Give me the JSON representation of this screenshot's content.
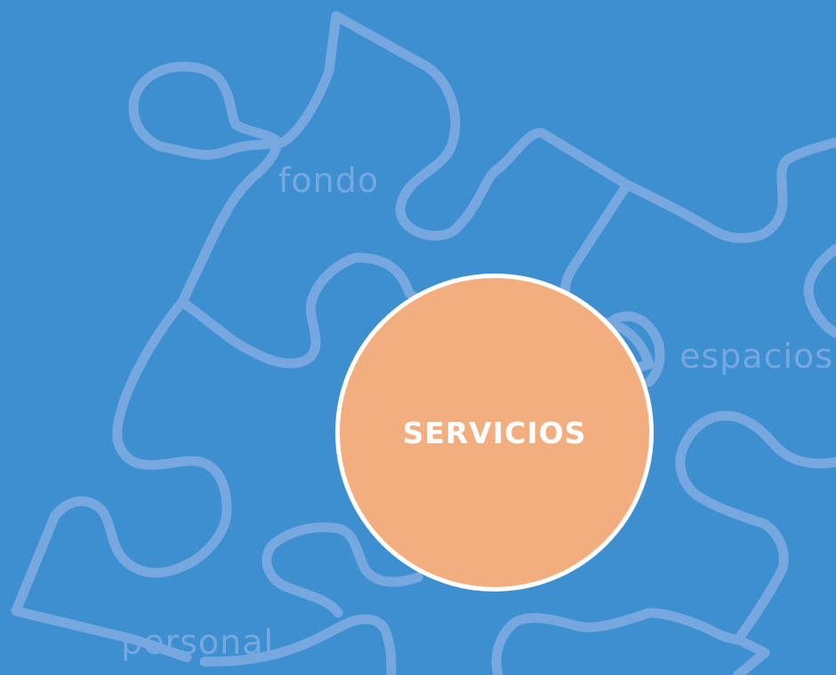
{
  "colors": {
    "background": "#3d8fd0",
    "puzzle_outline": "#76a7de",
    "word_color": "#76a7de",
    "circle_fill": "#f2ae7f",
    "circle_border": "#ffffff",
    "center_text": "#ffffff"
  },
  "labels": {
    "fondo": "fondo",
    "espacios": "espacios",
    "personal": "personal",
    "center": "SERVICIOS"
  }
}
